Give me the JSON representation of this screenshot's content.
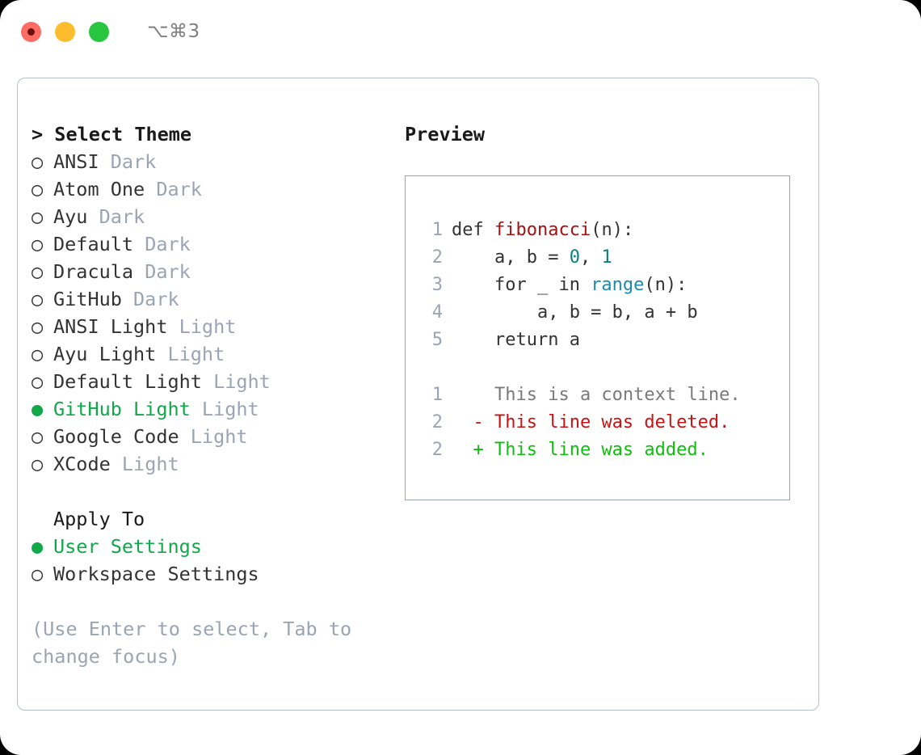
{
  "titlebar": {
    "shortcut": "⌥⌘3",
    "lights": [
      {
        "name": "close",
        "color": "#fd6c63"
      },
      {
        "name": "minimize",
        "color": "#fdbd2e"
      },
      {
        "name": "maximize",
        "color": "#28c63f"
      }
    ]
  },
  "theme_list": {
    "header": "> Select Theme",
    "selected_green": "#11a84a",
    "tag_color": "#9ba4b2",
    "items": [
      {
        "marker": "○",
        "label": "ANSI",
        "tag": "Dark",
        "selected": false
      },
      {
        "marker": "○",
        "label": "Atom One",
        "tag": "Dark",
        "selected": false
      },
      {
        "marker": "○",
        "label": "Ayu",
        "tag": "Dark",
        "selected": false
      },
      {
        "marker": "○",
        "label": "Default",
        "tag": "Dark",
        "selected": false
      },
      {
        "marker": "○",
        "label": "Dracula",
        "tag": "Dark",
        "selected": false
      },
      {
        "marker": "○",
        "label": "GitHub",
        "tag": "Dark",
        "selected": false
      },
      {
        "marker": "○",
        "label": "ANSI Light",
        "tag": "Light",
        "selected": false
      },
      {
        "marker": "○",
        "label": "Ayu Light",
        "tag": "Light",
        "selected": false
      },
      {
        "marker": "○",
        "label": "Default Light",
        "tag": "Light",
        "selected": false
      },
      {
        "marker": "●",
        "label": "GitHub Light",
        "tag": "Light",
        "selected": true
      },
      {
        "marker": "○",
        "label": "Google Code",
        "tag": "Light",
        "selected": false
      },
      {
        "marker": "○",
        "label": "XCode",
        "tag": "Light",
        "selected": false
      }
    ]
  },
  "apply_to": {
    "header": "Apply To",
    "items": [
      {
        "marker": "●",
        "label": "User Settings",
        "selected": true
      },
      {
        "marker": "○",
        "label": "Workspace Settings",
        "selected": false
      }
    ]
  },
  "hint": "(Use Enter to select, Tab to change focus)",
  "preview": {
    "title": "Preview",
    "code_lines": [
      {
        "number": "1",
        "tokens": [
          {
            "text": "def ",
            "kind": "plain"
          },
          {
            "text": "fibonacci",
            "kind": "fn"
          },
          {
            "text": "(n):",
            "kind": "plain"
          }
        ]
      },
      {
        "number": "2",
        "tokens": [
          {
            "text": "    a, b = ",
            "kind": "plain"
          },
          {
            "text": "0",
            "kind": "num"
          },
          {
            "text": ", ",
            "kind": "plain"
          },
          {
            "text": "1",
            "kind": "num"
          }
        ]
      },
      {
        "number": "3",
        "tokens": [
          {
            "text": "    for _ in ",
            "kind": "plain"
          },
          {
            "text": "range",
            "kind": "built"
          },
          {
            "text": "(n):",
            "kind": "plain"
          }
        ]
      },
      {
        "number": "4",
        "tokens": [
          {
            "text": "        a, b = b, a + b",
            "kind": "plain"
          }
        ]
      },
      {
        "number": "5",
        "tokens": [
          {
            "text": "    return a",
            "kind": "plain"
          }
        ]
      }
    ],
    "diff_lines": [
      {
        "number": "1",
        "sign": "  ",
        "text": "This is a context line.",
        "kind": "ctx"
      },
      {
        "number": "2",
        "sign": "- ",
        "text": "This line was deleted.",
        "kind": "del"
      },
      {
        "number": "2",
        "sign": "+ ",
        "text": "This line was added.",
        "kind": "add"
      }
    ]
  }
}
